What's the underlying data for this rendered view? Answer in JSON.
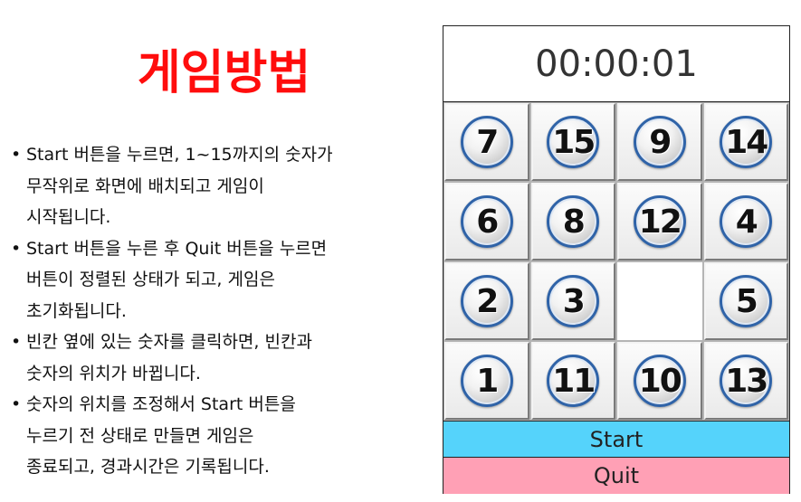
{
  "instructions": {
    "title": "게임방법",
    "items": [
      "Start 버튼을 누르면, 1~15까지의 숫자가\n무작위로 화면에 배치되고 게임이\n시작됩니다.",
      "Start 버튼을 누른 후 Quit 버튼을 누르면\n버튼이 정렬된 상태가 되고, 게임은\n초기화됩니다.",
      "빈칸 옆에 있는 숫자를 클릭하면, 빈칸과\n숫자의 위치가 바뀝니다.",
      "숫자의 위치를 조정해서 Start 버튼을\n누르기 전 상태로 만들면 게임은\n종료되고, 경과시간은 기록됩니다."
    ]
  },
  "game": {
    "timer": "00:00:01",
    "tiles": [
      7,
      15,
      9,
      14,
      6,
      8,
      12,
      4,
      2,
      3,
      null,
      5,
      1,
      11,
      10,
      13
    ],
    "start_label": "Start",
    "quit_label": "Quit"
  },
  "colors": {
    "title": "#ff0d0d",
    "start_button": "#55d3fb",
    "quit_button": "#ffa0b5",
    "ball_ring": "#2f63a8"
  }
}
